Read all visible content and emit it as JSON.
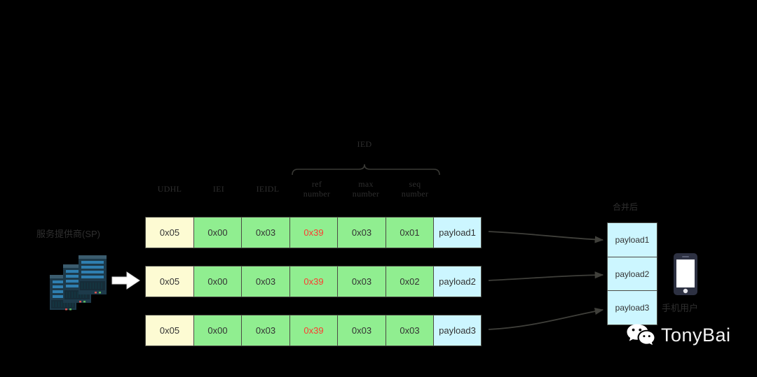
{
  "diagram": {
    "title_ied_bracket": "IED",
    "left_label": "服务提供商(SP)",
    "merge_label": "合并后",
    "device_label": "手机用户",
    "headers": [
      {
        "line1": "UDHL",
        "line2": ""
      },
      {
        "line1": "IEI",
        "line2": ""
      },
      {
        "line1": "IEIDL",
        "line2": ""
      },
      {
        "line1": "ref",
        "line2": "number"
      },
      {
        "line1": "max",
        "line2": "number"
      },
      {
        "line1": "seq",
        "line2": "number"
      }
    ],
    "rows": [
      {
        "cells": [
          {
            "value": "0x05",
            "color": "yellow",
            "highlight": false
          },
          {
            "value": "0x00",
            "color": "green",
            "highlight": false
          },
          {
            "value": "0x03",
            "color": "green",
            "highlight": false
          },
          {
            "value": "0x39",
            "color": "green",
            "highlight": true
          },
          {
            "value": "0x03",
            "color": "green",
            "highlight": false
          },
          {
            "value": "0x01",
            "color": "green",
            "highlight": false
          },
          {
            "value": "payload1",
            "color": "blue",
            "highlight": false
          }
        ]
      },
      {
        "cells": [
          {
            "value": "0x05",
            "color": "yellow",
            "highlight": false
          },
          {
            "value": "0x00",
            "color": "green",
            "highlight": false
          },
          {
            "value": "0x03",
            "color": "green",
            "highlight": false
          },
          {
            "value": "0x39",
            "color": "green",
            "highlight": true
          },
          {
            "value": "0x03",
            "color": "green",
            "highlight": false
          },
          {
            "value": "0x02",
            "color": "green",
            "highlight": false
          },
          {
            "value": "payload2",
            "color": "blue",
            "highlight": false
          }
        ]
      },
      {
        "cells": [
          {
            "value": "0x05",
            "color": "yellow",
            "highlight": false
          },
          {
            "value": "0x00",
            "color": "green",
            "highlight": false
          },
          {
            "value": "0x03",
            "color": "green",
            "highlight": false
          },
          {
            "value": "0x39",
            "color": "green",
            "highlight": true
          },
          {
            "value": "0x03",
            "color": "green",
            "highlight": false
          },
          {
            "value": "0x03",
            "color": "green",
            "highlight": false
          },
          {
            "value": "payload3",
            "color": "blue",
            "highlight": false
          }
        ]
      }
    ],
    "merged_cells": [
      "payload1",
      "payload2",
      "payload3"
    ]
  },
  "watermark": {
    "text": "TonyBai",
    "icon": "wechat-icon"
  },
  "colors": {
    "background": "#000000",
    "cell_yellow": "#fdfbd3",
    "cell_green": "#90ee90",
    "cell_blue": "#ccf6ff",
    "cell_border": "#4b4b44",
    "highlight_text": "#ff3b30",
    "arrow": "#3f3f3a",
    "label_text": "#2e2e2e",
    "server": "#1d3a4a",
    "phone": "#2d3142"
  }
}
